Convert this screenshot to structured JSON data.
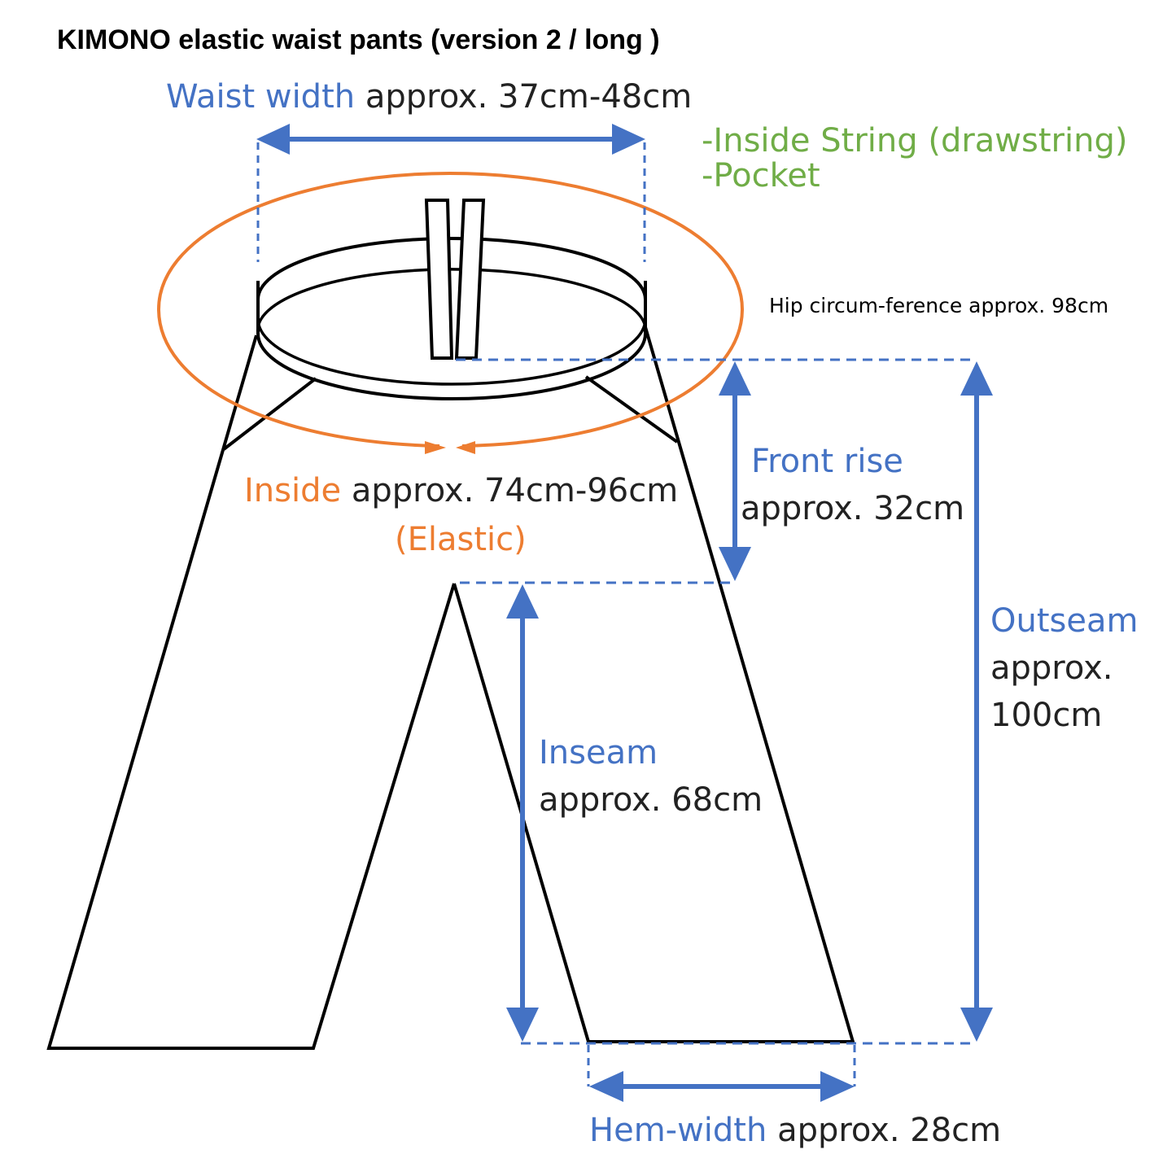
{
  "title": "KIMONO elastic waist pants (version 2 / long )",
  "features": [
    "-Inside String (drawstring)",
    "-Pocket"
  ],
  "measurements": {
    "waist_width": {
      "name": "Waist width",
      "value": "approx. 37cm-48cm"
    },
    "hip": {
      "text": "Hip circum-ference approx. 98cm"
    },
    "inside": {
      "name": "Inside",
      "value": "approx. 74cm-96cm",
      "note": "(Elastic)"
    },
    "front_rise": {
      "name": "Front rise",
      "value": "approx. 32cm"
    },
    "outseam": {
      "name": "Outseam",
      "value_line1": "approx.",
      "value_line2": "100cm"
    },
    "inseam": {
      "name": "Inseam",
      "value": "approx. 68cm"
    },
    "hem_width": {
      "name": "Hem-width",
      "value": "approx. 28cm"
    }
  },
  "colors": {
    "measure_blue": "#4472C4",
    "feature_green": "#70AD47",
    "elastic_orange": "#ED7D31",
    "outline_black": "#000000"
  }
}
